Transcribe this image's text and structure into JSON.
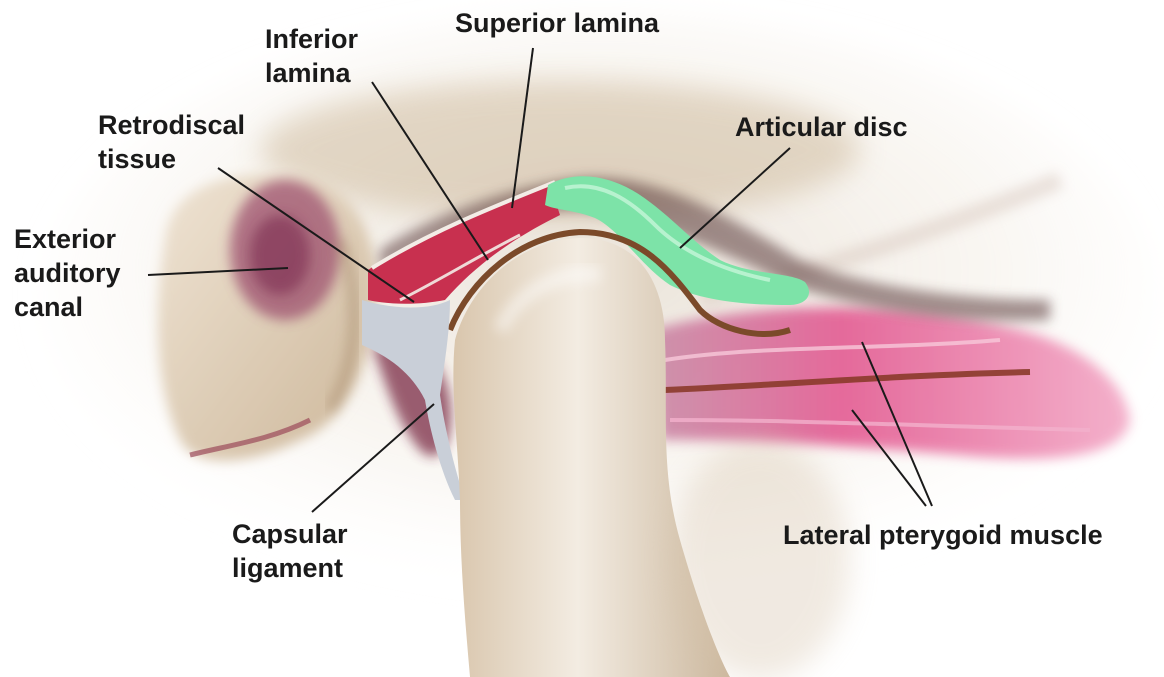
{
  "labels": {
    "superior_lamina": "Superior lamina",
    "inferior_lamina": [
      "Inferior",
      "lamina"
    ],
    "retrodiscal_tissue": [
      "Retrodiscal",
      "tissue"
    ],
    "articular_disc": "Articular disc",
    "exterior_auditory_canal": [
      "Exterior",
      "auditory",
      "canal"
    ],
    "capsular_ligament": [
      "Capsular",
      "ligament"
    ],
    "lateral_pterygoid_muscle": "Lateral pterygoid muscle"
  },
  "colors": {
    "bone": "#e9dccb",
    "bone_shadow": "#b89b74",
    "retrodiscal_tissue": "#c8304f",
    "articular_disc": "#7de3a8",
    "capsular_ligament": "#c9cfd8",
    "muscle": "#e05a8e",
    "muscle_dark": "#8a3a2a",
    "dark_tissue": "#7a2a45",
    "leader_line": "#1a1a1a"
  }
}
